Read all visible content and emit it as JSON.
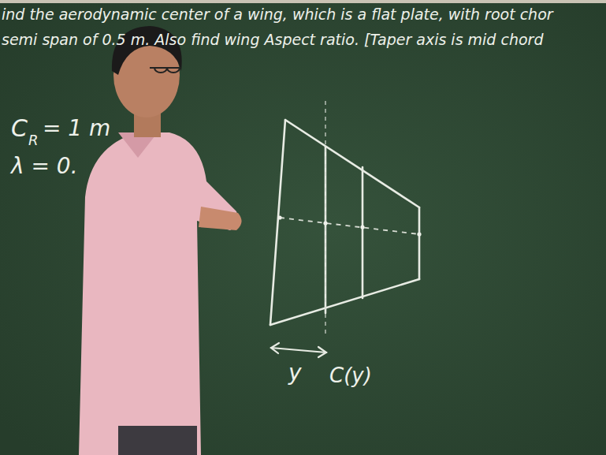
{
  "diagram": {
    "labels": [
      "ind the aerodynamic center of a wing, which is a flat plate, with root chor",
      "semi span of 0.5 m. Also find wing Aspect ratio. [Taper axis is mid chord",
      "C",
      "R",
      "= 1 m",
      "λ = 0.",
      "y",
      "C(y)"
    ]
  }
}
